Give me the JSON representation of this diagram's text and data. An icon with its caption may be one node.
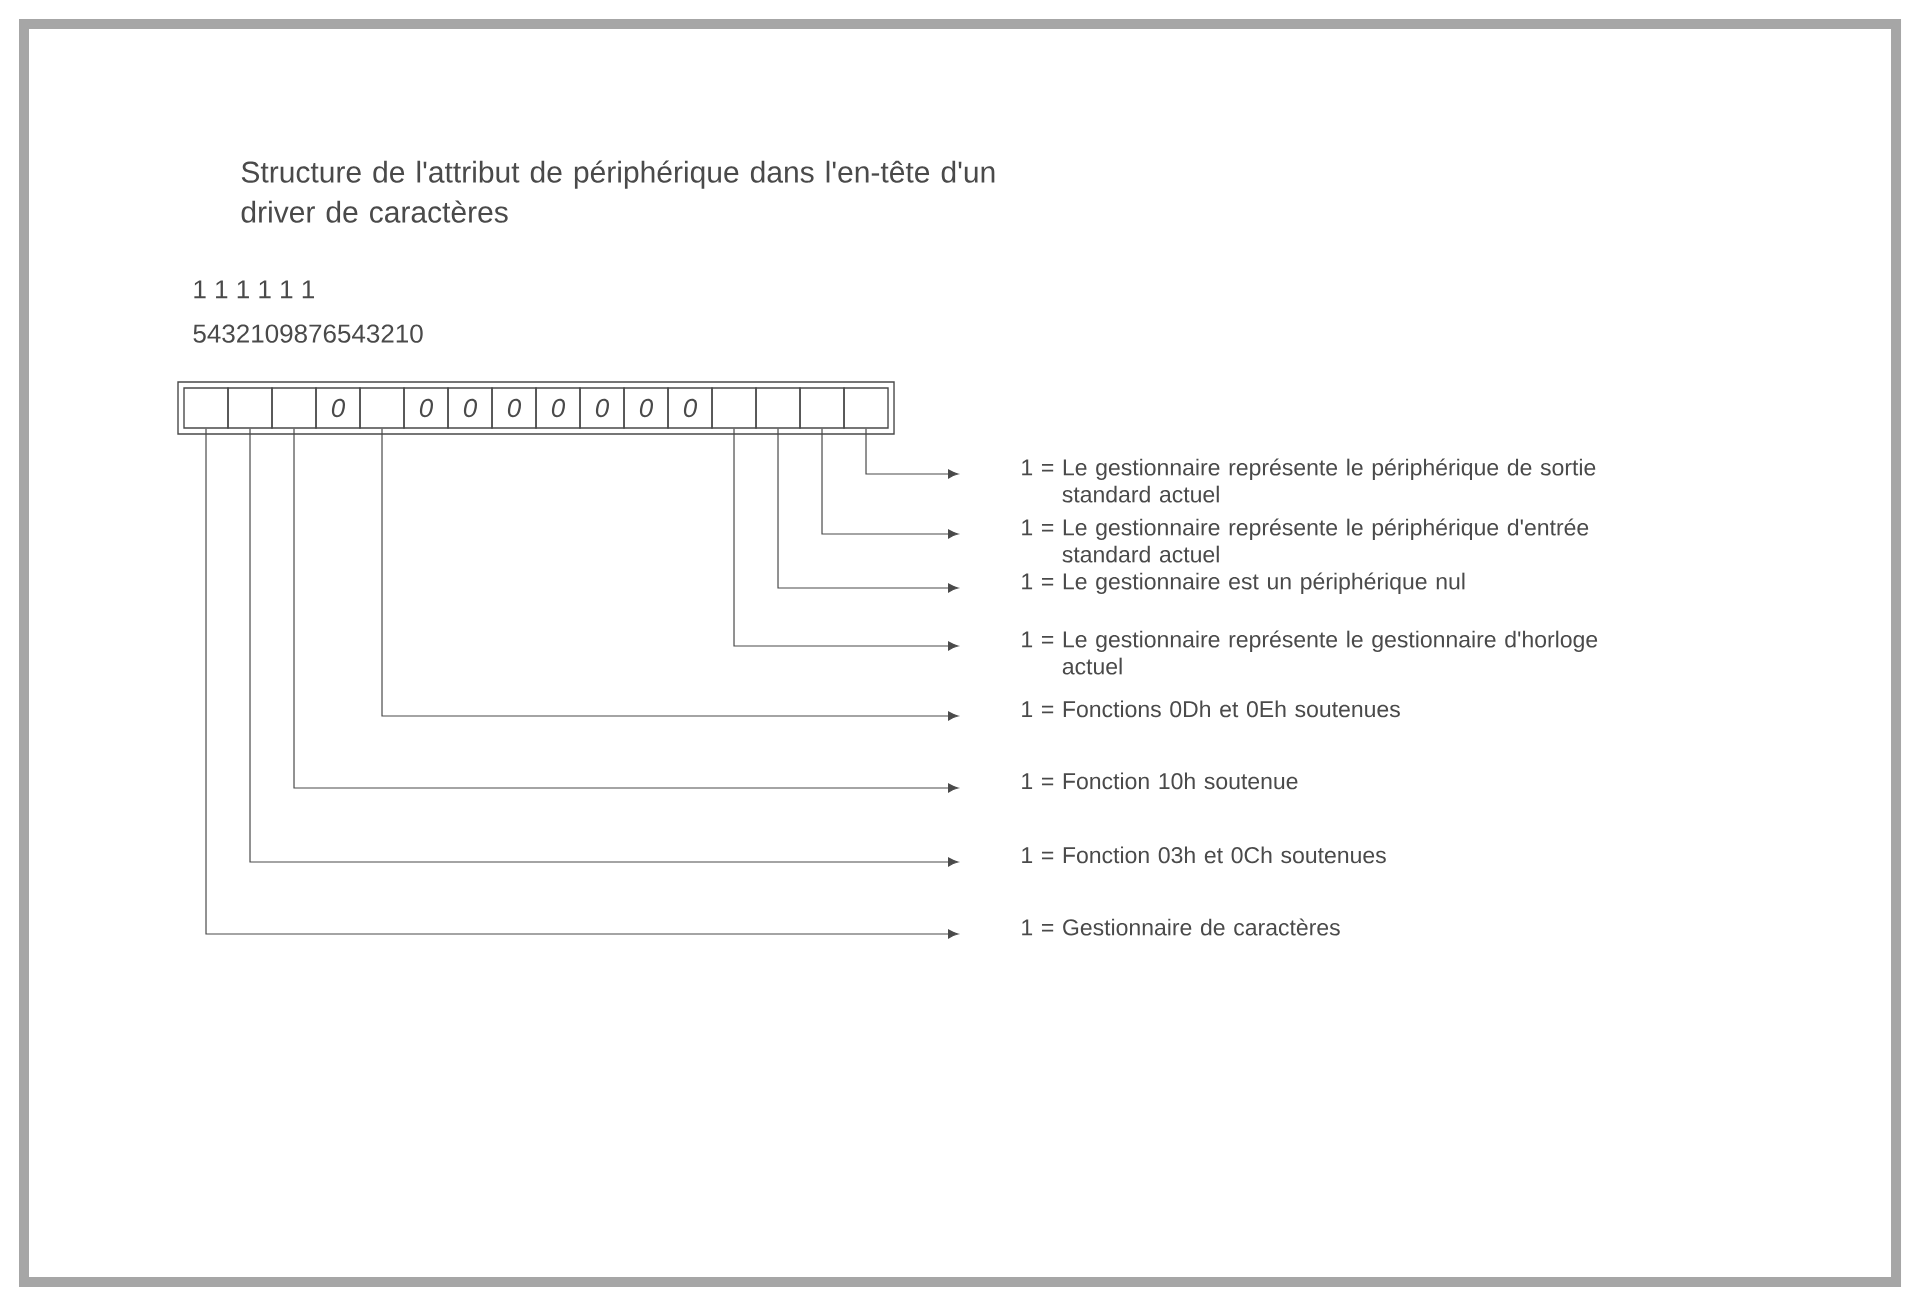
{
  "diagram": {
    "title": "Structure de l'attribut de périphérique dans l'en-tête d'un driver de caractères",
    "nodes": [
      {
        "text": [],
        "shape": "box"
      },
      {
        "text": [],
        "shape": "box"
      },
      {
        "text": [],
        "shape": "box"
      },
      {
        "text": [
          "0"
        ]
      },
      {
        "text": [],
        "shape": "box"
      },
      {
        "text": [
          "0"
        ]
      },
      {
        "text": [
          "0"
        ]
      },
      {
        "text": [
          "0"
        ]
      },
      {
        "text": [
          "0"
        ]
      },
      {
        "text": [
          "0"
        ]
      },
      {
        "text": [
          "0"
        ]
      },
      {
        "text": [
          "0"
        ]
      },
      {
        "text": [],
        "shape": "box"
      },
      {
        "text": [],
        "shape": "box"
      },
      {
        "text": [],
        "shape": "box"
      },
      {
        "text": [],
        "shape": "box"
      },
      {
        "text": [
          "1 = Le gestionnaire représente le périphérique de sortie standard actuel"
        ]
      },
      {
        "text": [
          "1 = Le gestionnaire représente le périphérique d'entrée standard actuel"
        ]
      },
      {
        "text": [
          "1 = Le gestionnaire est un périphérique nul"
        ]
      },
      {
        "text": [
          "1 = Le gestionnaire représente le gestionnaire d'horloge actuel"
        ]
      },
      {
        "text": [
          "1 = Fonctions 0Dh et 0Eh soutenues"
        ]
      },
      {
        "text": [
          "1 = Fonction 10h soutenue"
        ]
      },
      {
        "text": [
          "1 = Fonction 03h et 0Ch soutenues"
        ]
      },
      {
        "text": [
          "1 = Gestionnaire de caractères"
        ]
      }
    ],
    "edges": [
      {
        "from": 15,
        "to": 16,
        "arrow": "to"
      },
      {
        "from": 14,
        "to": 17,
        "arrow": "to"
      },
      {
        "from": 13,
        "to": 18,
        "arrow": "to"
      },
      {
        "from": 12,
        "to": 19,
        "arrow": "to"
      },
      {
        "from": 4,
        "to": 20,
        "arrow": "to"
      },
      {
        "from": 2,
        "to": 21,
        "arrow": "to"
      },
      {
        "from": 1,
        "to": 22,
        "arrow": "to"
      },
      {
        "from": 0,
        "to": 23,
        "arrow": "to"
      }
    ],
    "labels": [
      "1 1 1 1 1 1",
      "5432109876543210"
    ]
  }
}
